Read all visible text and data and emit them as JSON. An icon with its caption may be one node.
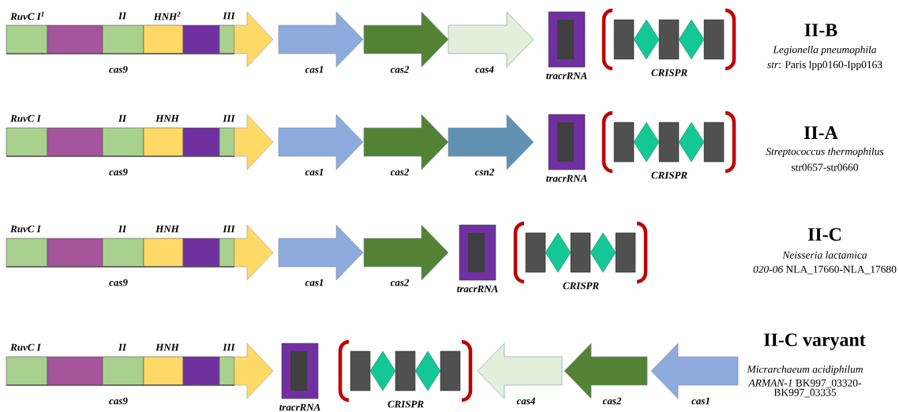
{
  "diagram": {
    "nodes": [
      {
        "text": [
          "RuvC I$^{1}$",
          "II",
          "HNH$^{2}$",
          "III",
          "cas9"
        ]
      },
      {
        "text": [
          "cas1"
        ]
      },
      {
        "text": [
          "cas2"
        ]
      },
      {
        "text": [
          "cas4"
        ]
      },
      {
        "text": [
          "tracrRNA"
        ]
      },
      {
        "text": [
          "CRISPR"
        ]
      },
      {
        "text": [
          "RuvC I",
          "II",
          "HNH",
          "III",
          "cas9"
        ]
      },
      {
        "text": [
          "cas1"
        ]
      },
      {
        "text": [
          "cas2"
        ]
      },
      {
        "text": [
          "csn2"
        ]
      },
      {
        "text": [
          "tracrRNA"
        ]
      },
      {
        "text": [
          "CRISPR"
        ]
      },
      {
        "text": [
          "RuvC I",
          "II",
          "HNH",
          "III",
          "cas9"
        ]
      },
      {
        "text": [
          "cas1"
        ]
      },
      {
        "text": [
          "cas2"
        ]
      },
      {
        "text": [
          "tracrRNA"
        ]
      },
      {
        "text": [
          "CRISPR"
        ]
      },
      {
        "text": [
          "RuvC I",
          "II",
          "HNH",
          "III",
          "cas9"
        ]
      },
      {
        "text": [
          "tracrRNA"
        ]
      },
      {
        "text": [
          "CRISPR"
        ]
      },
      {
        "text": [
          "cas4"
        ]
      },
      {
        "text": [
          "cas2"
        ]
      },
      {
        "text": [
          "cas1"
        ]
      }
    ],
    "edges": [],
    "labels": [
      "II-B",
      "Legionella pneumophila",
      "*str*: Paris lpp0160-Ipp0163",
      "II-A",
      "Streptococcus thermophilus",
      "str0657-str0660",
      "II-C",
      "Neisseria lactamica",
      "*020-06* NLA_17660-NLA_17680",
      "II-C varyant",
      "Micrarchaeum acidiphilum",
      "*ARMAN-1* BK997_03320- BK997_03335"
    ]
  }
}
